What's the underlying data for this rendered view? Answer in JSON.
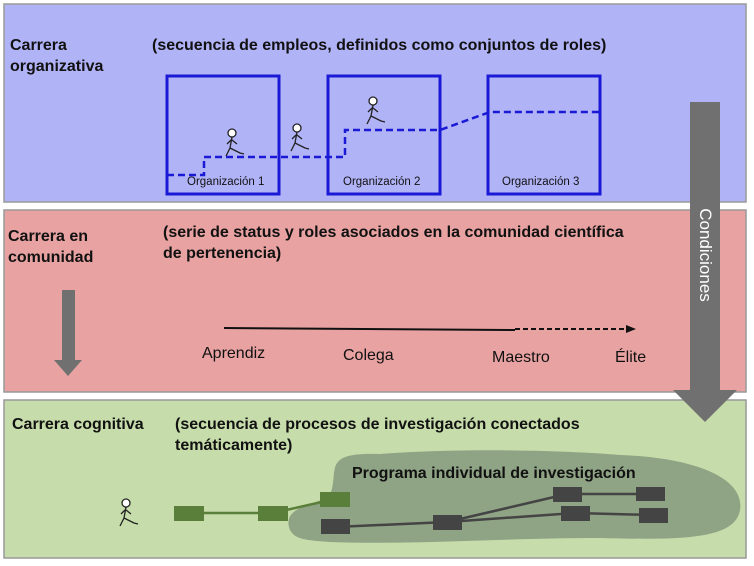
{
  "organizational": {
    "title": "Carrera organizativa",
    "subtitle": "(secuencia de empleos, definidos como conjuntos de roles)",
    "organizations": [
      "Organización 1",
      "Organización 2",
      "Organización 3"
    ]
  },
  "community": {
    "title": "Carrera en comunidad",
    "subtitle": "(serie de status y roles asociados en la comunidad científica de pertenencia)",
    "stages": [
      "Aprendiz",
      "Colega",
      "Maestro",
      "Élite"
    ]
  },
  "cognitive": {
    "title": "Carrera cognitiva",
    "subtitle": "(secuencia de procesos de investigación conectados temáticamente)",
    "program_label": "Programa individual de investigación"
  },
  "conditions_label": "Condiciones",
  "colors": {
    "organizational": "#b1b3f7",
    "community": "#e8a2a2",
    "cognitive": "#c6dcaa",
    "box": "#1a1ad6",
    "arrow": "#707070"
  }
}
